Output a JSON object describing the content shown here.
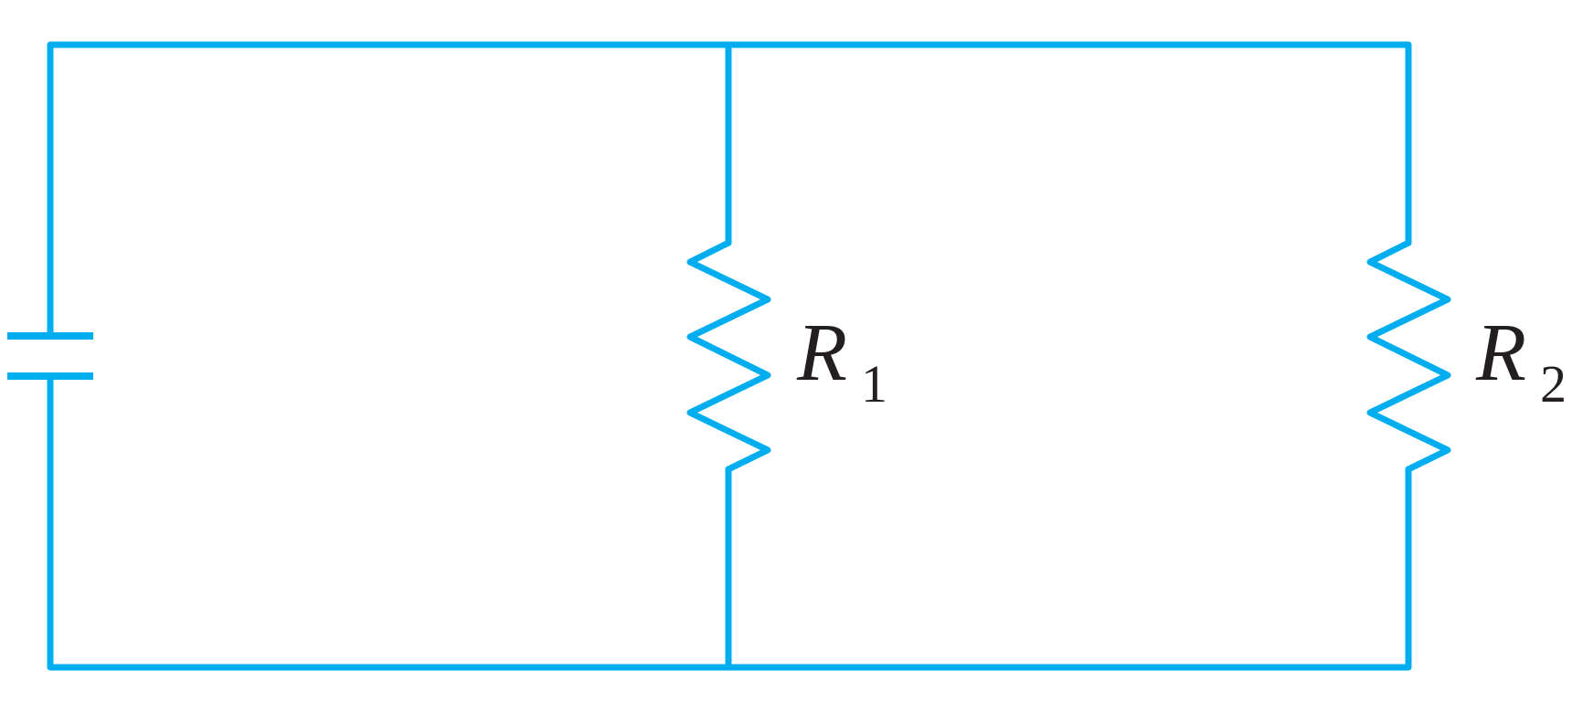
{
  "diagram": {
    "wire_color": "#00aeef",
    "label_color": "#231f20",
    "components": [
      {
        "type": "battery",
        "label": ""
      },
      {
        "type": "resistor",
        "symbol": "R",
        "subscript": "1"
      },
      {
        "type": "resistor",
        "symbol": "R",
        "subscript": "2"
      }
    ],
    "connection": "parallel"
  },
  "labels": {
    "r1": {
      "main": "R",
      "sub": "1"
    },
    "r2": {
      "main": "R",
      "sub": "2"
    }
  }
}
